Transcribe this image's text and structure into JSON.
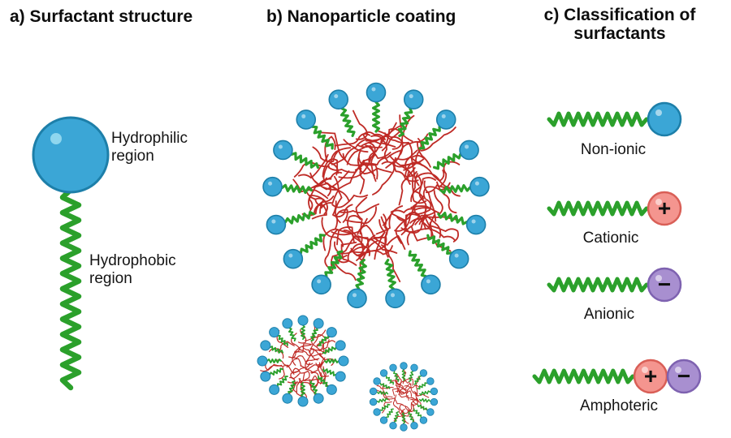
{
  "panels": {
    "a": {
      "title": "a) Surfactant structure",
      "hydrophilic_lines": [
        "Hydrophilic",
        "region"
      ],
      "hydrophobic_lines": [
        "Hydrophobic",
        "region"
      ]
    },
    "b": {
      "title": "b) Nanoparticle coating"
    },
    "c": {
      "title_lines": [
        "c) Classification of",
        "surfactants"
      ],
      "rows": [
        {
          "label": "Non-ionic"
        },
        {
          "label": "Cationic",
          "sign": "+"
        },
        {
          "label": "Anionic",
          "sign": "−"
        },
        {
          "label": "Amphoteric",
          "sign_left": "+",
          "sign_right": "−"
        }
      ]
    }
  },
  "colors": {
    "background": "#ffffff",
    "text": "#0d0d0d",
    "tail_green": "#2ba02b",
    "head_blue": "#3ba6d6",
    "head_blue_dark": "#1d7fa9",
    "head_highlight": "#8fd6ee",
    "core_red": "#bf2b26",
    "cationic_pink": "#f4958f",
    "cationic_pink_dark": "#d95f57",
    "anionic_purple": "#a88fd0",
    "anionic_purple_dark": "#7e62b0"
  }
}
